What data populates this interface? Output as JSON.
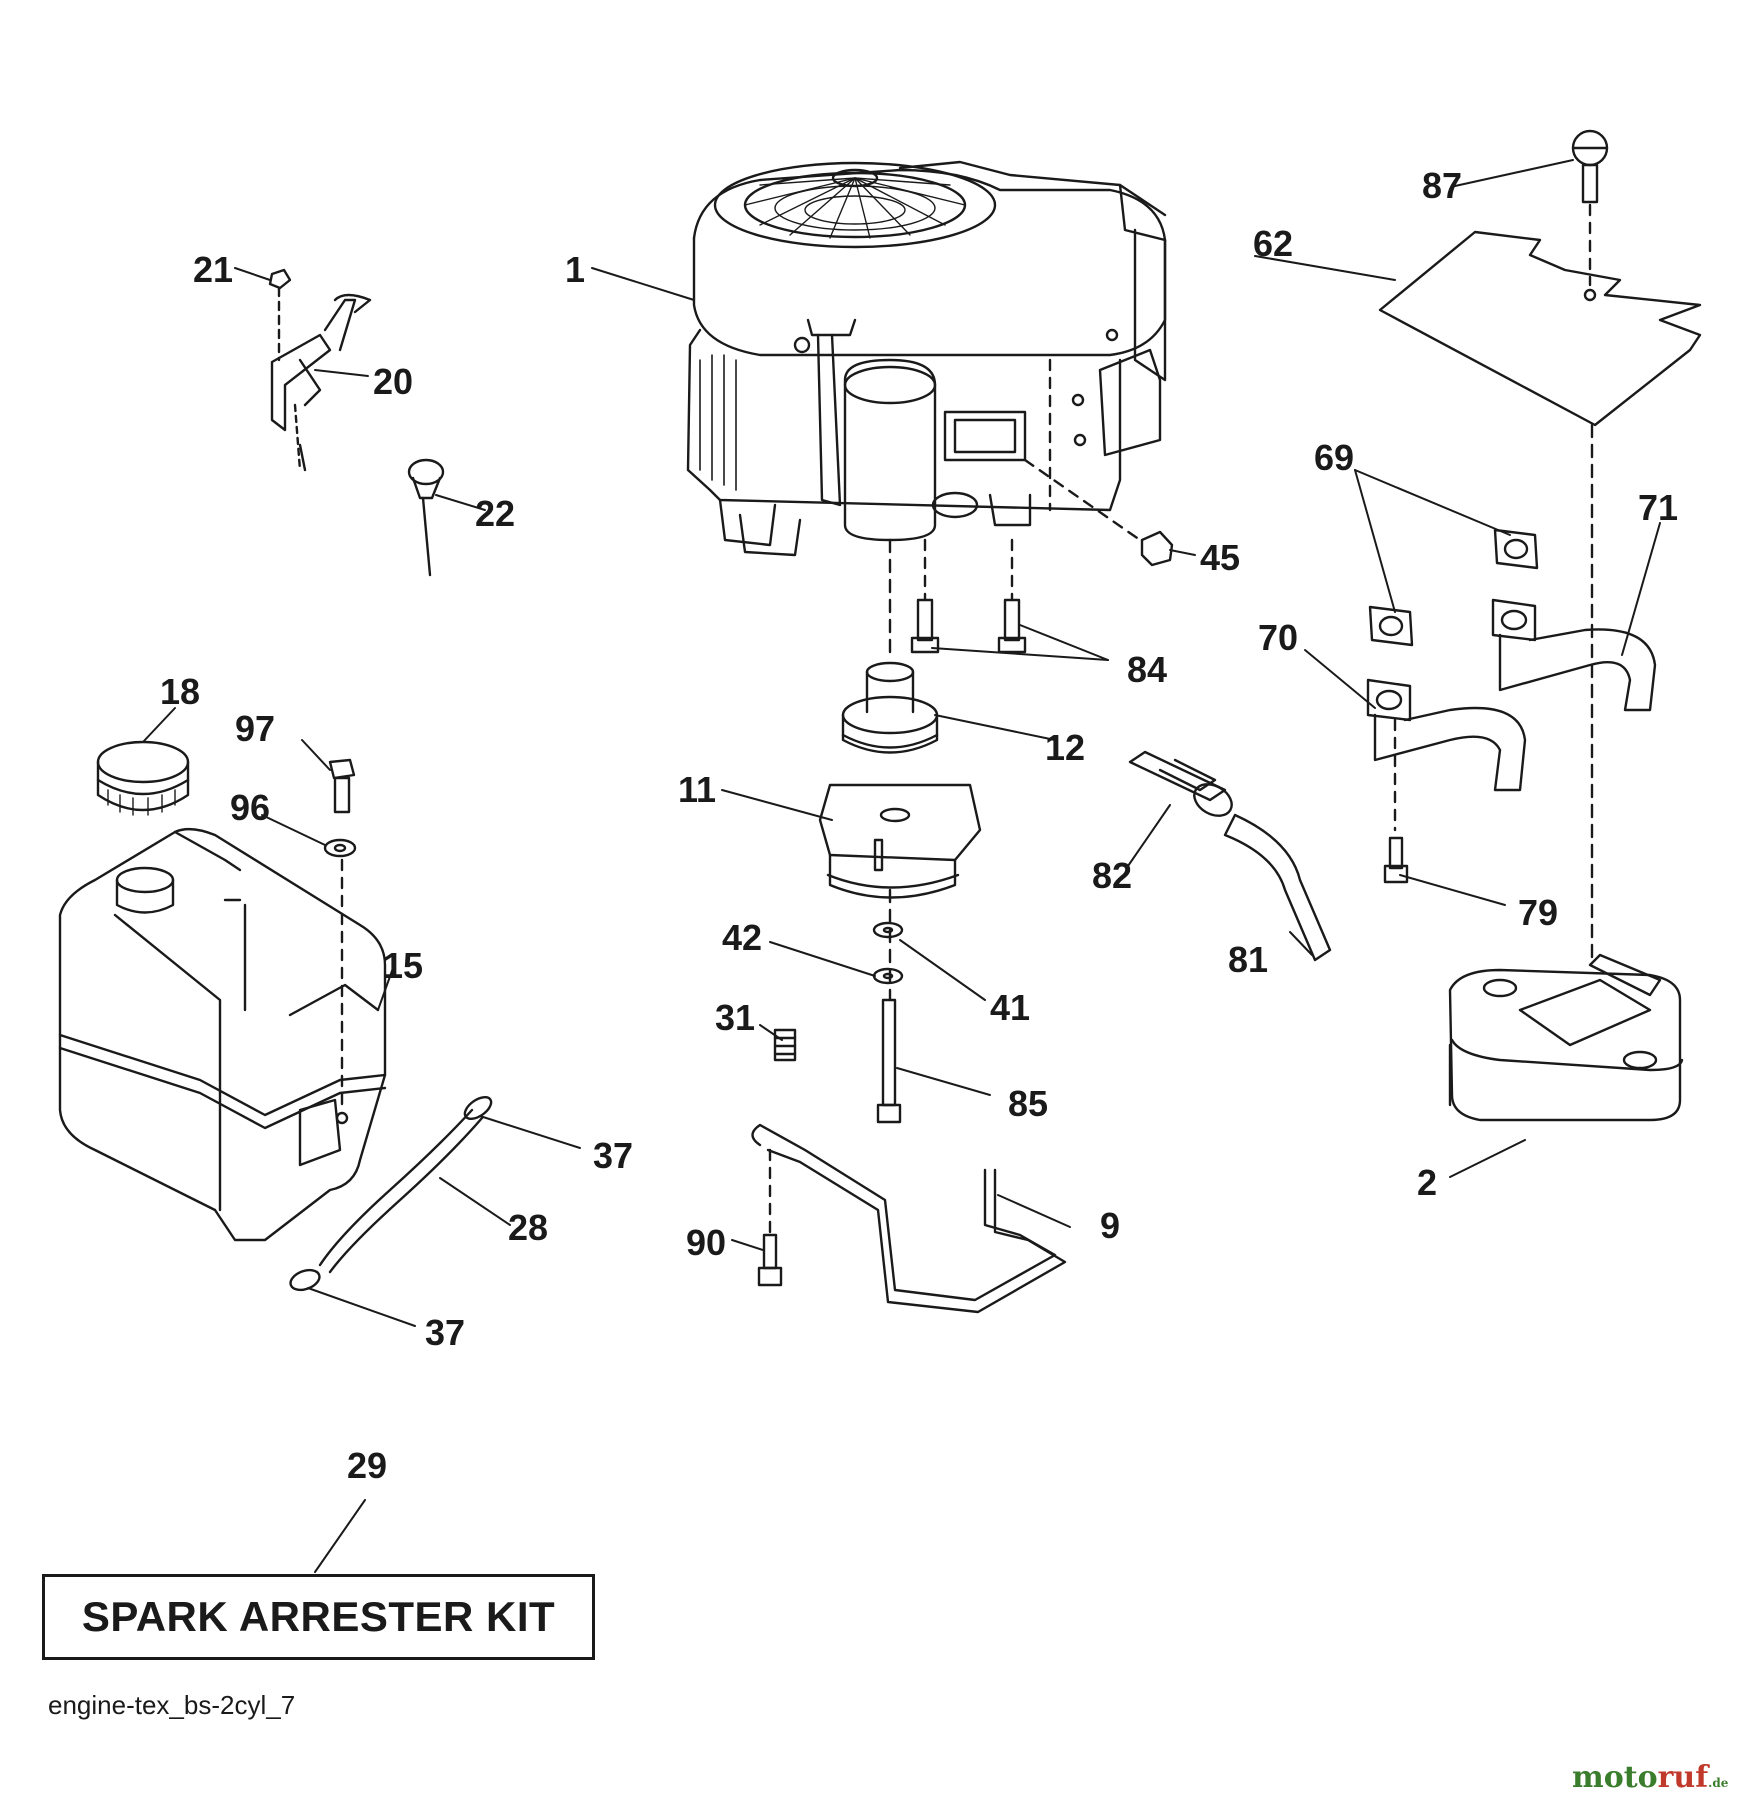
{
  "diagram": {
    "caption": "engine-tex_bs-2cyl_7",
    "kit_label": "SPARK ARRESTER KIT",
    "kit_callout": "29",
    "watermark": "motoruf.de",
    "callouts": {
      "c1": "1",
      "c2": "2",
      "c9": "9",
      "c11": "11",
      "c12": "12",
      "c15": "15",
      "c18": "18",
      "c20": "20",
      "c21": "21",
      "c22": "22",
      "c28": "28",
      "c31": "31",
      "c37a": "37",
      "c37b": "37",
      "c41": "41",
      "c42": "42",
      "c45": "45",
      "c62": "62",
      "c69": "69",
      "c70": "70",
      "c71": "71",
      "c79": "79",
      "c81": "81",
      "c82": "82",
      "c84": "84",
      "c85": "85",
      "c87": "87",
      "c90": "90",
      "c96": "96",
      "c97": "97"
    }
  }
}
